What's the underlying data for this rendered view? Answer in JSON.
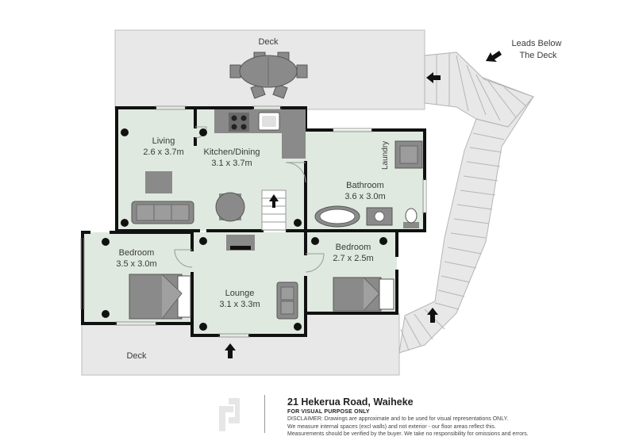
{
  "plan": {
    "deck_top_label": "Deck",
    "deck_bottom_label": "Deck",
    "stairs_note_line1": "Leads Below",
    "stairs_note_line2": "The Deck",
    "rooms": {
      "living": {
        "name": "Living",
        "size": "2.6 x 3.7m"
      },
      "kitchen": {
        "name": "Kitchen/Dining",
        "size": "3.1 x 3.7m"
      },
      "bathroom": {
        "name": "Bathroom",
        "size": "3.6 x 3.0m"
      },
      "laundry": {
        "name": "Laundry"
      },
      "bedroom1": {
        "name": "Bedroom",
        "size": "3.5 x 3.0m"
      },
      "lounge": {
        "name": "Lounge",
        "size": "3.1 x 3.3m"
      },
      "bedroom2": {
        "name": "Bedroom",
        "size": "2.7 x 2.5m"
      }
    },
    "colors": {
      "room_fill": "#dfe9df",
      "deck_fill": "#e8e8e8",
      "wall": "#111111",
      "furniture": "#8a8a8a"
    }
  },
  "footer": {
    "address": "21 Hekerua Road, Waiheke",
    "purpose": "FOR VISUAL PURPOSE ONLY",
    "disclaimer_1": "DISCLAIMER: Drawings are approximate and to be used for visual representations ONLY.",
    "disclaimer_2": "We measure internal spaces (excl walls) and not exterior - our floor areas reflect this.",
    "disclaimer_3": "Measurements should be verified by the buyer. We take no responsibility for omissions and errors."
  }
}
